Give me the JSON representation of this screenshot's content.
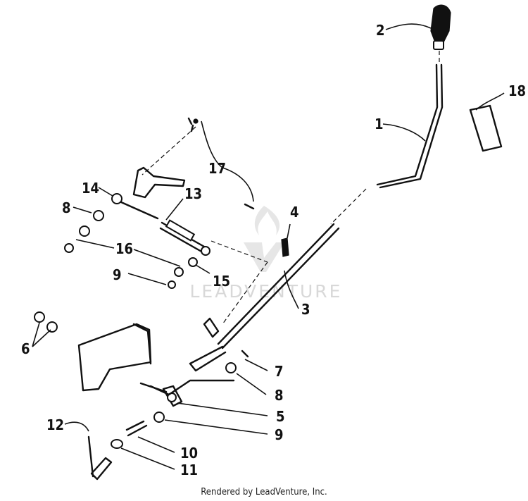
{
  "callouts": [
    "1",
    "2",
    "3",
    "4",
    "5",
    "6",
    "7",
    "8",
    "8",
    "9",
    "9",
    "10",
    "11",
    "12",
    "13",
    "14",
    "15",
    "16",
    "17",
    "18"
  ],
  "watermark": "LEADVENTURE",
  "footer": "Rendered by LeadVenture, Inc."
}
